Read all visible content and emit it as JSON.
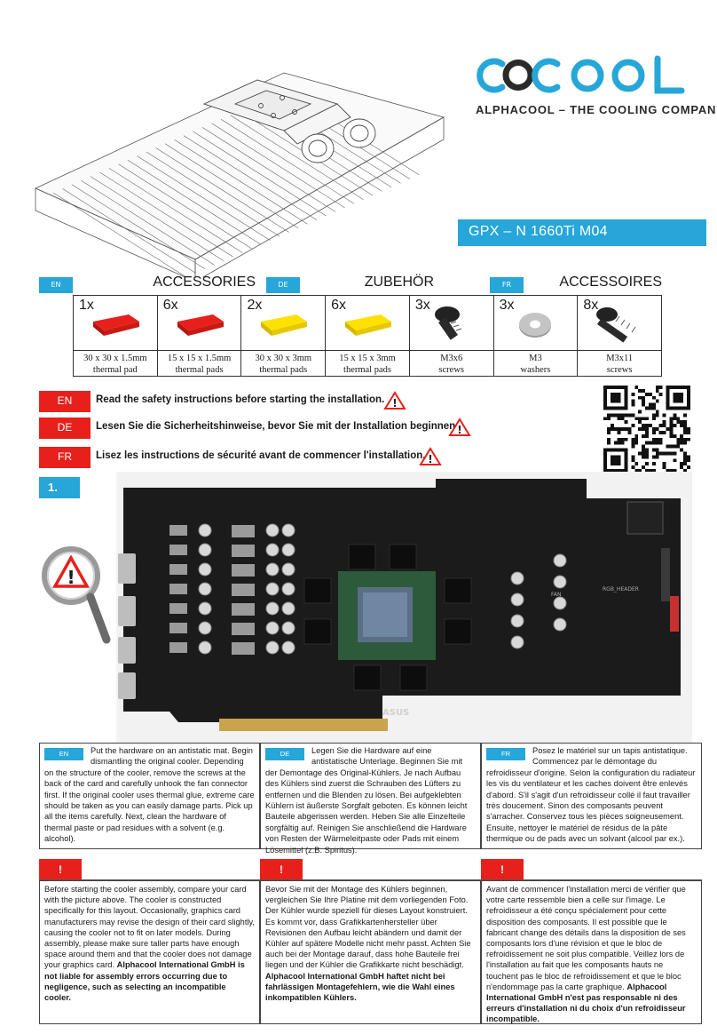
{
  "brand": {
    "logo_text": "ACOOL",
    "tagline": "ALPHACOOL – THE COOLING COMPANY",
    "product": "GPX – N 1660Ti M04",
    "color": "#26a6d9"
  },
  "accessories": {
    "sections": [
      {
        "lang": "EN",
        "title": "ACCESSORIES"
      },
      {
        "lang": "DE",
        "title": "ZUBEHÖR"
      },
      {
        "lang": "FR",
        "title": "ACCESSOIRES"
      }
    ],
    "items": [
      {
        "qty": "1x",
        "icon": "red-thermal-pad",
        "line1": "30 x 30 x 1.5mm",
        "line2": "thermal pad"
      },
      {
        "qty": "6x",
        "icon": "red-thermal-pad",
        "line1": "15 x 15 x 1.5mm",
        "line2": "thermal pads"
      },
      {
        "qty": "2x",
        "icon": "yellow-thermal-pad",
        "line1": "30 x 30 x 3mm",
        "line2": "thermal pads"
      },
      {
        "qty": "6x",
        "icon": "yellow-thermal-pad",
        "line1": "15 x 15 x 3mm",
        "line2": "thermal pads"
      },
      {
        "qty": "3x",
        "icon": "screw-icon",
        "line1": "M3x6",
        "line2": "screws"
      },
      {
        "qty": "3x",
        "icon": "washer-icon",
        "line1": "M3",
        "line2": "washers"
      },
      {
        "qty": "8x",
        "icon": "long-screw-icon",
        "line1": "M3x11",
        "line2": "screws"
      }
    ]
  },
  "safety": [
    {
      "lang": "EN",
      "text": "Read the safety instructions before starting the installation."
    },
    {
      "lang": "DE",
      "text": "Lesen Sie die Sicherheitshinweise, bevor Sie mit der Installation beginnen."
    },
    {
      "lang": "FR",
      "text": "Lisez les instructions de sécurité avant de commencer l'installation."
    }
  ],
  "step": "1.",
  "instructions": {
    "en": {
      "lang": "EN",
      "text": "Put the hardware on an antistatic mat. Begin dismantling the original cooler. Depending on the structure of the cooler, remove the screws at the back of the card and carefully unhook the fan connector first. If the original cooler uses thermal glue, extreme care should be taken as you can easily damage parts. Pick up all the items carefully. Next, clean the hardware of thermal paste or pad residues with a solvent (e.g. alcohol)."
    },
    "de": {
      "lang": "DE",
      "text": "Legen Sie die Hardware auf eine antistatische Unterlage. Beginnen Sie mit der Demontage des Original-Kühlers. Je nach Aufbau des Kühlers sind zuerst die Schrauben des Lüfters zu entfernen und die Blenden zu lösen. Bei aufgeklebten Kühlern ist äußerste Sorgfalt geboten. Es können leicht Bauteile abgerissen werden. Heben Sie alle Einzelteile sorgfältig auf. Reinigen Sie anschließend die Hardware von Resten der Wärmeleitpaste oder Pads mit einem Lösemittel (z.B. Spiritus)."
    },
    "fr": {
      "lang": "FR",
      "text": "Posez le matériel sur un tapis antistatique. Commencez par le démontage du refroidisseur d'origine. Selon la configuration du radiateur les vis du ventilateur et les caches doivent être enlevés d'abord. S'il s'agit d'un refroidisseur collé il faut travailler très doucement. Sinon des composants peuvent s'arracher. Conservez tous les pièces soigneusement. Ensuite, nettoyer le matériel de résidus de la pâte thermique ou de pads avec un solvant (alcool par ex.)."
    }
  },
  "warning_mark": "!",
  "warnings": {
    "en": {
      "text": "Before starting the cooler assembly, compare your card with the picture above. The cooler is constructed specifically for this layout. Occasionally, graphics card manufacturers may revise the design of their card slightly, causing the cooler not to fit on later models. During assembly, please make sure taller parts have enough space around them and that the cooler does not damage your graphics card.",
      "bold": "Alphacool International GmbH is not liable for assembly errors occurring due to negligence, such as selecting an incompatible cooler."
    },
    "de": {
      "text": "Bevor Sie mit der Montage des Kühlers beginnen, vergleichen Sie Ihre Platine mit dem vorliegenden Foto. Der Kühler wurde speziell für dieses Layout konstruiert. Es kommt vor, dass Grafikkartenhersteller über Revisionen den Aufbau leicht abändern und damit der Kühler auf spätere Modelle nicht mehr passt. Achten Sie auch bei der Montage darauf, dass hohe Bauteile frei liegen und der Kühler die Grafikkarte nicht beschädigt.",
      "bold": "Alphacool International GmbH haftet nicht bei fahrlässigen Montagefehlern, wie die Wahl eines inkompatiblen Kühlers."
    },
    "fr": {
      "text": "Avant de commencer l'installation merci de vérifier que votre carte ressemble bien a celle sur l'image. Le refroidisseur a été conçu spécialement pour cette disposition des composants. Il est possible que le fabricant change des détails dans la disposition de ses composants lors d'une révision et que le bloc de refroidissement ne soit plus compatible. Veillez lors de l'installation au fait que les composants hauts ne touchent pas le bloc de refroidissement et que le bloc n'endommage pas la carte graphique.",
      "bold": "Alphacool International GmbH n'est pas responsable ni des erreurs d'installation ni du choix d'un refroidisseur incompatible."
    }
  },
  "board": {
    "brand_mark": "ASUS",
    "labels": [
      "FAN",
      "RGB_HEADER"
    ]
  }
}
